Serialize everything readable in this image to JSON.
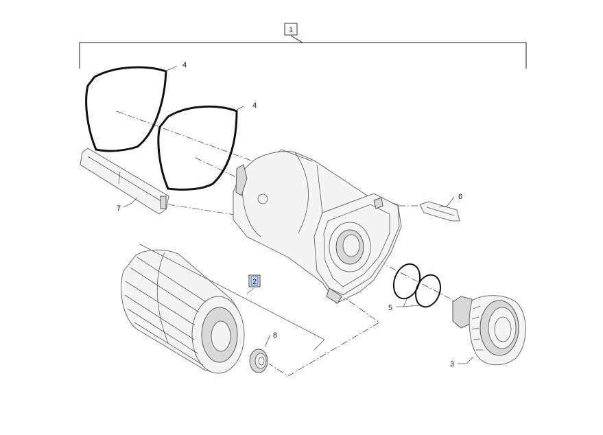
{
  "diagram": {
    "callouts": {
      "c1": "1",
      "c2": "2",
      "c3": "3",
      "c4a": "4",
      "c4b": "4",
      "c5": "5",
      "c6": "6",
      "c7": "7",
      "c8": "8"
    },
    "colors": {
      "line": "#1a1a1a",
      "highlight_fill": "#c9d9f2",
      "highlight_stroke": "#3a62a8"
    }
  }
}
